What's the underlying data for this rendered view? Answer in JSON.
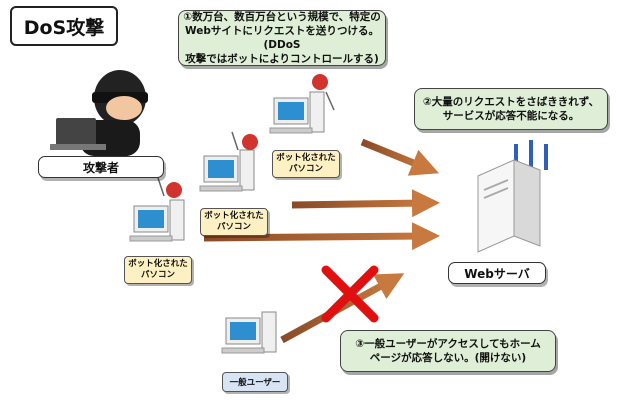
{
  "title": "DoS攻撃",
  "note1": {
    "line1": "①数万台、数百万台という規模で、特定の",
    "line2": "Webサイトにリクエストを送りつける。(DDoS",
    "line3": "攻撃ではボットによりコントロールする)"
  },
  "note2": {
    "line1": "②大量のリクエストをさばききれず、",
    "line2": "サービスが応答不能になる。"
  },
  "note3": {
    "line1": "③一般ユーザーがアクセスしてもホーム",
    "line2": "ページが応答しない。(開けない)"
  },
  "attacker_label": "攻撃者",
  "server_label": "Webサーバ",
  "bot_label": {
    "line1": "ボット化された",
    "line2": "パソコン"
  },
  "user_label": "一般ユーザー",
  "colors": {
    "note_bg": "#dfeed7",
    "bot_label_bg": "#fdf0c2",
    "user_label_bg": "#d8e4f3",
    "arrow": "#b56a3a",
    "cross": "#e01010",
    "server_lines": "#2f5fb8"
  }
}
